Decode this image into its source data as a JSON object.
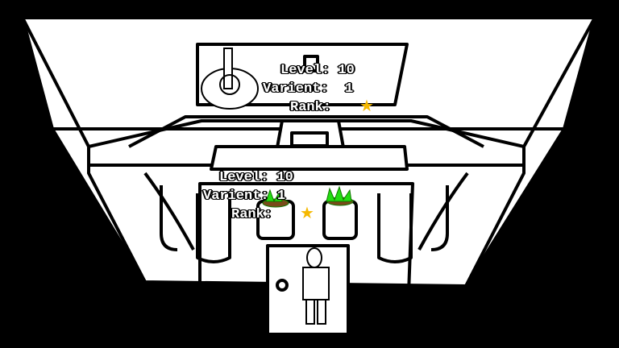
{
  "colors": {
    "background": "#000000",
    "room": "#ffffff",
    "line": "#000000",
    "star": "#f5b800",
    "plant": "#22dd11",
    "soil": "#7a4a1a"
  },
  "back_item": {
    "level_label": "Level:",
    "level_value": "10",
    "variant_label": "Varient:",
    "variant_value": "1",
    "rank_label": "Rank:",
    "rank_icon": "star-icon"
  },
  "front_item": {
    "level_label": "Level:",
    "level_value": "10",
    "variant_label": "Varient:",
    "variant_value": "1",
    "rank_label": "Rank:",
    "rank_icon": "star-icon"
  }
}
